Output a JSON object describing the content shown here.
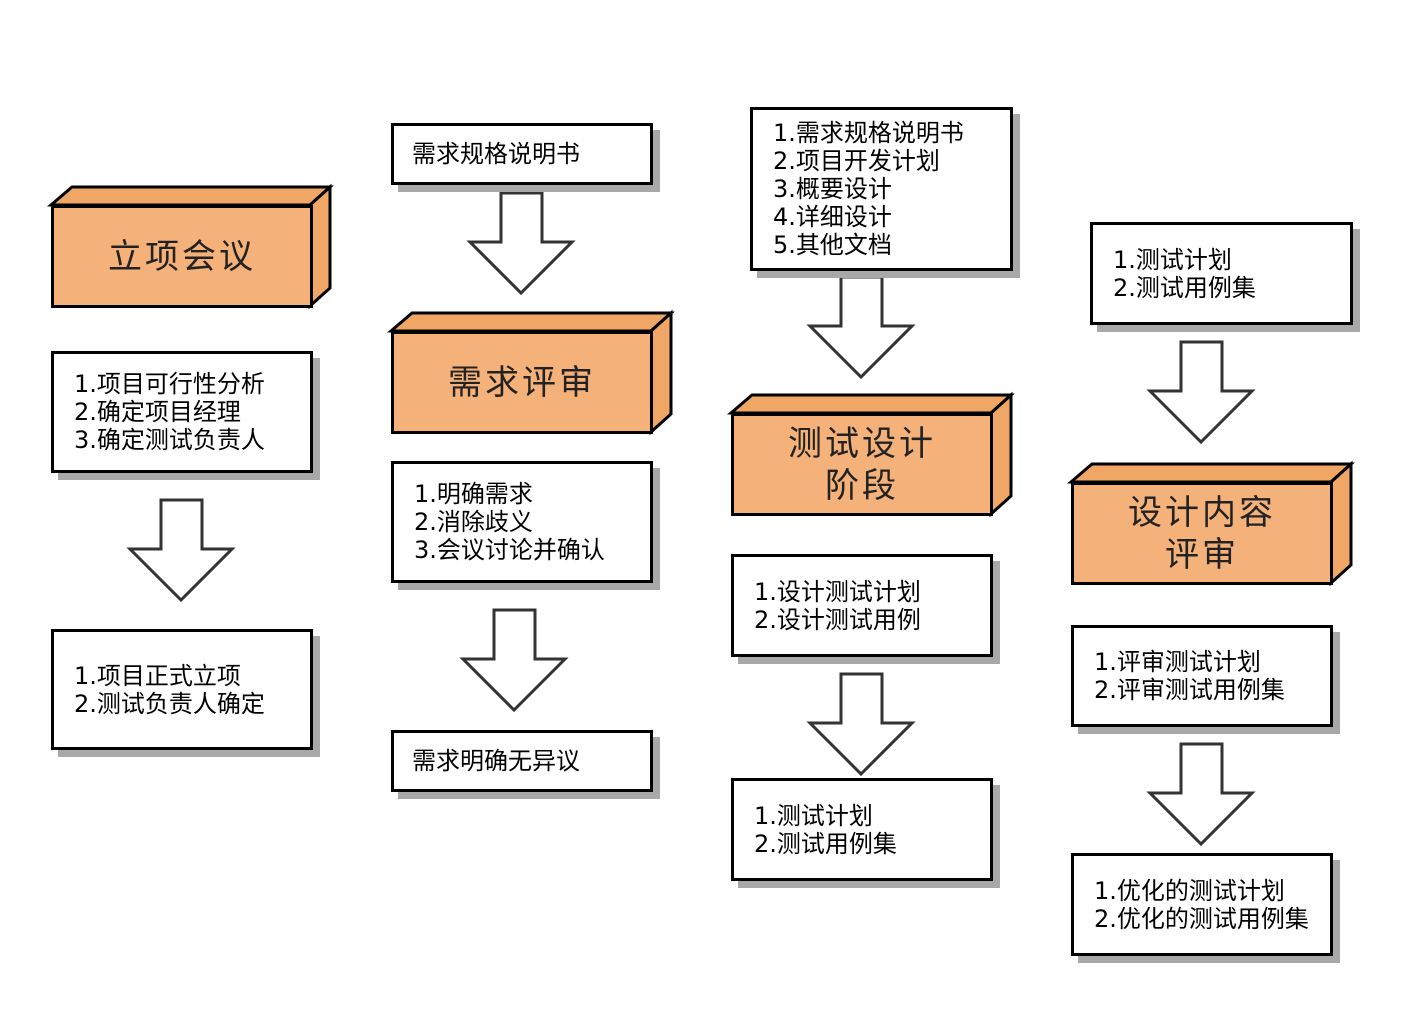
{
  "columns": [
    {
      "stage": [
        "立项会议"
      ],
      "box1": [
        "1.项目可行性分析",
        "2.确定项目经理",
        "3.确定测试负责人"
      ],
      "box2": [
        "1.项目正式立项",
        "2.测试负责人确定"
      ]
    },
    {
      "top": [
        "需求规格说明书"
      ],
      "stage": [
        "需求评审"
      ],
      "box1": [
        "1.明确需求",
        "2.消除歧义",
        "3.会议讨论并确认"
      ],
      "box2": [
        "需求明确无异议"
      ]
    },
    {
      "top": [
        "1.需求规格说明书",
        "2.项目开发计划",
        "3.概要设计",
        "4.详细设计",
        "5.其他文档"
      ],
      "stage": [
        "测试设计",
        "阶段"
      ],
      "box1": [
        "1.设计测试计划",
        "2.设计测试用例"
      ],
      "box2": [
        "1.测试计划",
        "2.测试用例集"
      ]
    },
    {
      "top": [
        "1.测试计划",
        "2.测试用例集"
      ],
      "stage": [
        "设计内容",
        "评审"
      ],
      "box1": [
        "1.评审测试计划",
        "2.评审测试用例集"
      ],
      "box2": [
        "1.优化的测试计划",
        "2.优化的测试用例集"
      ]
    }
  ],
  "colors": {
    "stage_fill": "#f4b17a",
    "stage_side": "#f0a766",
    "border": "#000000",
    "shadow": "#a8a8a8"
  },
  "icons": {
    "arrow": "hollow-down-arrow-icon"
  }
}
